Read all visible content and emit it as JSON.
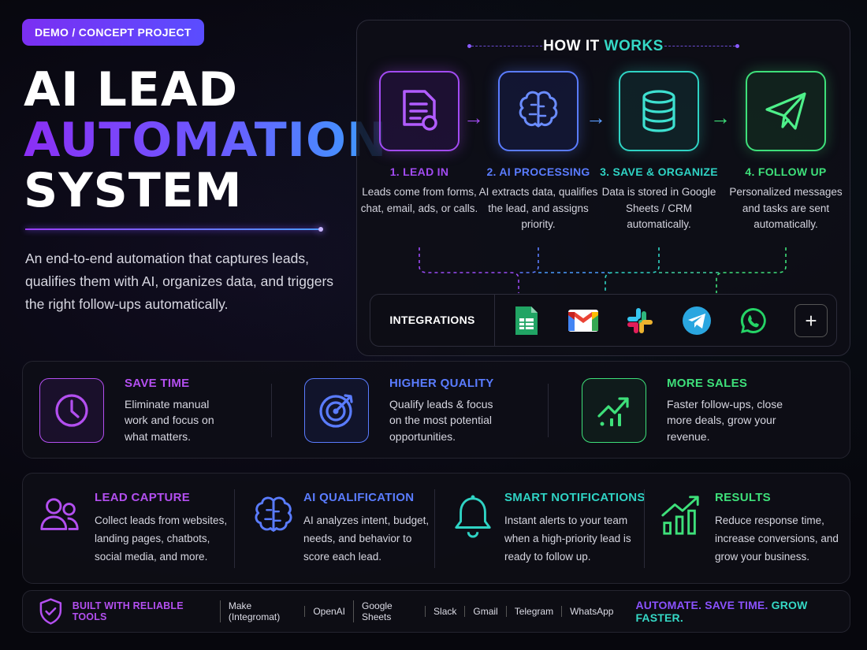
{
  "badge": "DEMO / CONCEPT PROJECT",
  "hero": {
    "line1": "AI LEAD",
    "line2": "AUTOMATION",
    "line3": "SYSTEM",
    "description": "An end-to-end automation that captures leads, qualifies them with AI, organizes data, and triggers the right follow-ups automatically."
  },
  "how_it_works": {
    "title_a": "HOW IT",
    "title_b": "WORKS",
    "steps": [
      {
        "name": "1. LEAD IN",
        "desc": "Leads come from forms, chat, email, ads, or calls.",
        "icon": "document-icon",
        "color": "#a24bf2"
      },
      {
        "name": "2. AI PROCESSING",
        "desc": "AI extracts data, qualifies the lead, and assigns priority.",
        "icon": "brain-icon",
        "color": "#5a7cff"
      },
      {
        "name": "3. SAVE & ORGANIZE",
        "desc": "Data is stored in Google Sheets / CRM automatically.",
        "icon": "database-icon",
        "color": "#2fd3c4"
      },
      {
        "name": "4. FOLLOW UP",
        "desc": "Personalized messages and tasks are sent automatically.",
        "icon": "send-icon",
        "color": "#3ee07a"
      }
    ],
    "integrations_label": "INTEGRATIONS",
    "integrations": [
      "google-sheets-icon",
      "gmail-icon",
      "slack-icon",
      "telegram-icon",
      "whatsapp-icon",
      "plus-icon"
    ]
  },
  "benefits": [
    {
      "title": "SAVE TIME",
      "desc": "Eliminate manual work and focus on what matters.",
      "icon": "clock-icon",
      "color": "#b34ff0"
    },
    {
      "title": "HIGHER QUALITY",
      "desc": "Qualify leads & focus on the most potential opportunities.",
      "icon": "target-icon",
      "color": "#5a7cff"
    },
    {
      "title": "MORE SALES",
      "desc": "Faster follow-ups, close more deals, grow your revenue.",
      "icon": "growth-chart-icon",
      "color": "#3ee07a"
    }
  ],
  "features": [
    {
      "title": "LEAD CAPTURE",
      "desc": "Collect leads from websites, landing pages, chatbots, social media, and more.",
      "icon": "users-icon",
      "color": "#b34ff0"
    },
    {
      "title": "AI QUALIFICATION",
      "desc": "AI analyzes intent, budget, needs, and behavior to score each lead.",
      "icon": "brain-icon",
      "color": "#5a7cff"
    },
    {
      "title": "SMART NOTIFICATIONS",
      "desc": "Instant alerts to your team when a high-priority lead is ready to follow up.",
      "icon": "bell-icon",
      "color": "#2fd3c4"
    },
    {
      "title": "RESULTS",
      "desc": "Reduce response time, increase conversions, and grow your business.",
      "icon": "bar-chart-icon",
      "color": "#3ee07a"
    }
  ],
  "footer": {
    "label": "BUILT WITH RELIABLE TOOLS",
    "tools": [
      "Make (Integromat)",
      "OpenAI",
      "Google Sheets",
      "Slack",
      "Gmail",
      "Telegram",
      "WhatsApp"
    ],
    "tagline_a": "AUTOMATE. SAVE TIME.",
    "tagline_b": "GROW FASTER."
  }
}
